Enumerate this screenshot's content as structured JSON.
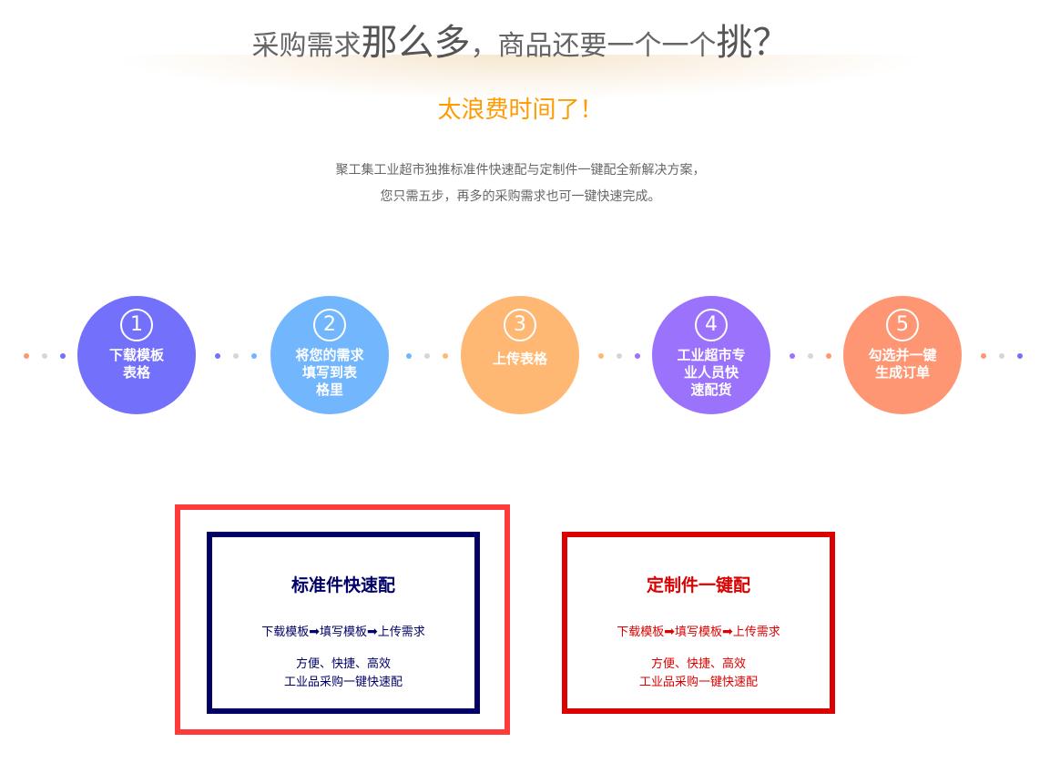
{
  "header": {
    "title_a": "采购需求",
    "title_b": "那么多",
    "title_c": "，商品还要一个一个",
    "title_d": "挑",
    "title_e": "？",
    "subtitle": "太浪费时间了！",
    "desc_line1": "聚工集工业超市独推标准件快速配与定制件一键配全新解决方案，",
    "desc_line2": "您只需五步，再多的采购需求也可一键快速完成。"
  },
  "steps": [
    {
      "num": "1",
      "lines": [
        "下载模板",
        "表格"
      ],
      "color": "#7370fc"
    },
    {
      "num": "2",
      "lines": [
        "将您的需求",
        "填写到表",
        "格里"
      ],
      "color": "#72b6fd"
    },
    {
      "num": "3",
      "lines": [
        "上传表格"
      ],
      "color": "#ffb873"
    },
    {
      "num": "4",
      "lines": [
        "工业超市专",
        "业人员快",
        "速配货"
      ],
      "color": "#9b72fb"
    },
    {
      "num": "5",
      "lines": [
        "勾选并一键",
        "生成订单"
      ],
      "color": "#ff9673"
    }
  ],
  "cards": [
    {
      "title": "标准件快速配",
      "flow": [
        "下载模板",
        "填写模板",
        "上传需求"
      ],
      "arrow": "➡",
      "desc1": "方便、快捷、高效",
      "desc2": "工业品采购一键快速配",
      "color": "#000066"
    },
    {
      "title": "定制件一键配",
      "flow": [
        "下载模板",
        "填写模板",
        "上传需求"
      ],
      "arrow": "➡",
      "desc1": "方便、快捷、高效",
      "desc2": "工业品采购一键快速配",
      "color": "#dd0000"
    }
  ]
}
